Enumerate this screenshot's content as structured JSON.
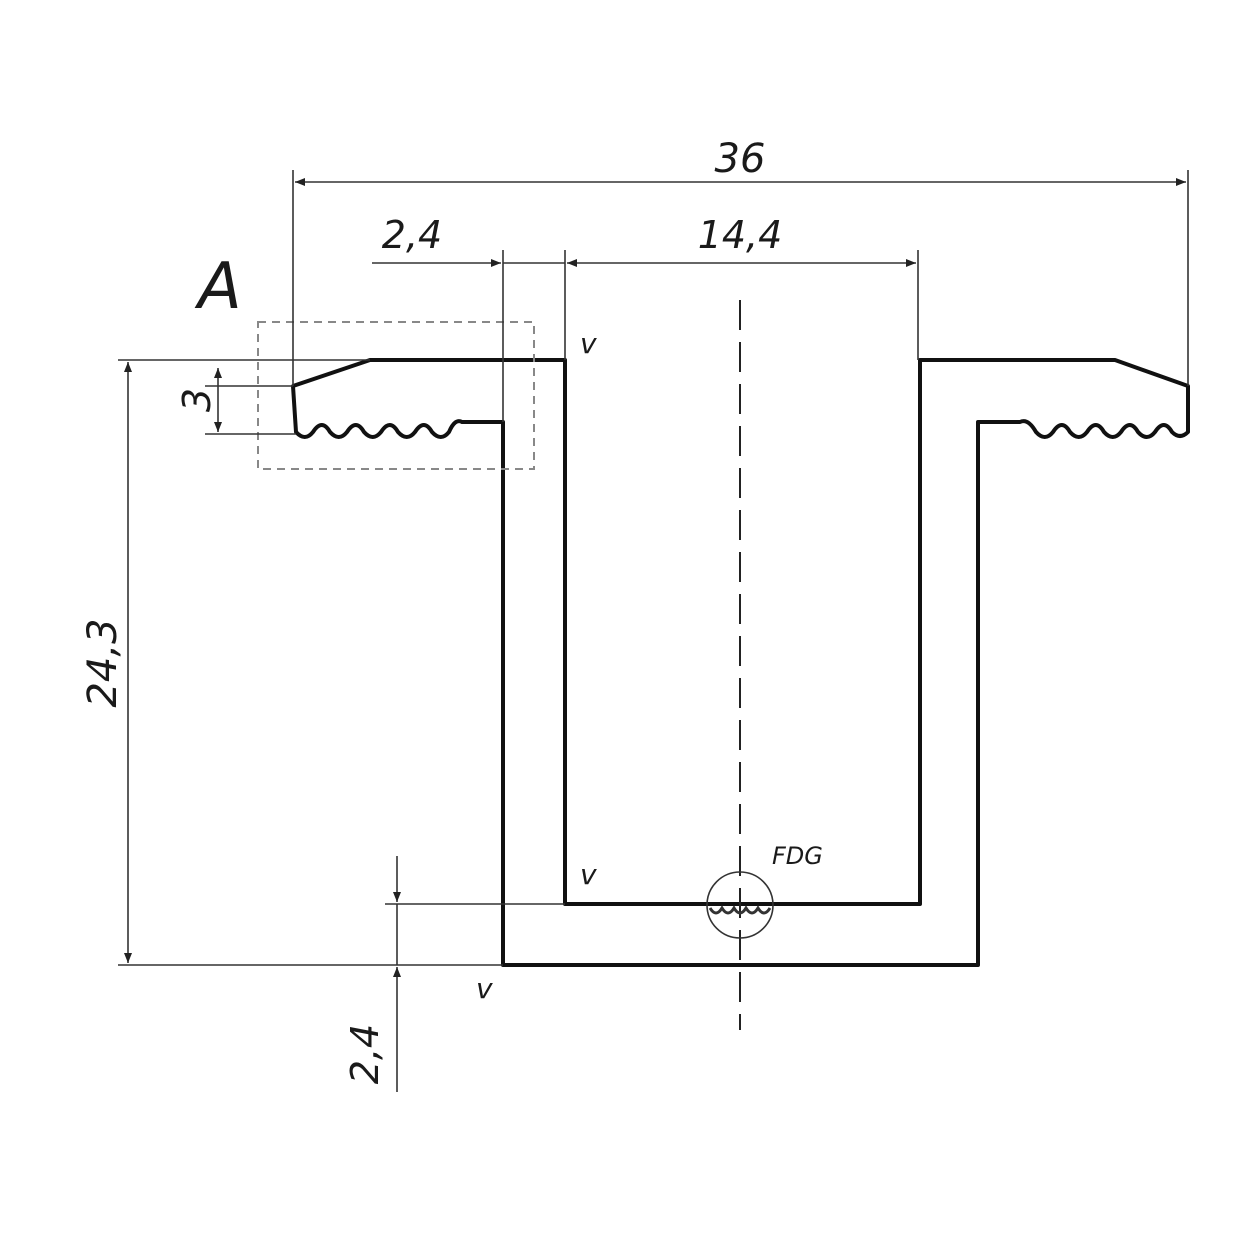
{
  "dimensions": {
    "overall_width": "36",
    "flange_thickness": "2,4",
    "channel_width": "14,4",
    "flange_height": "3",
    "total_height": "24,3",
    "bottom_thickness": "2,4"
  },
  "view_label": "A",
  "weld_note": "FDG",
  "surface_marks": [
    "v",
    "v",
    "v"
  ]
}
